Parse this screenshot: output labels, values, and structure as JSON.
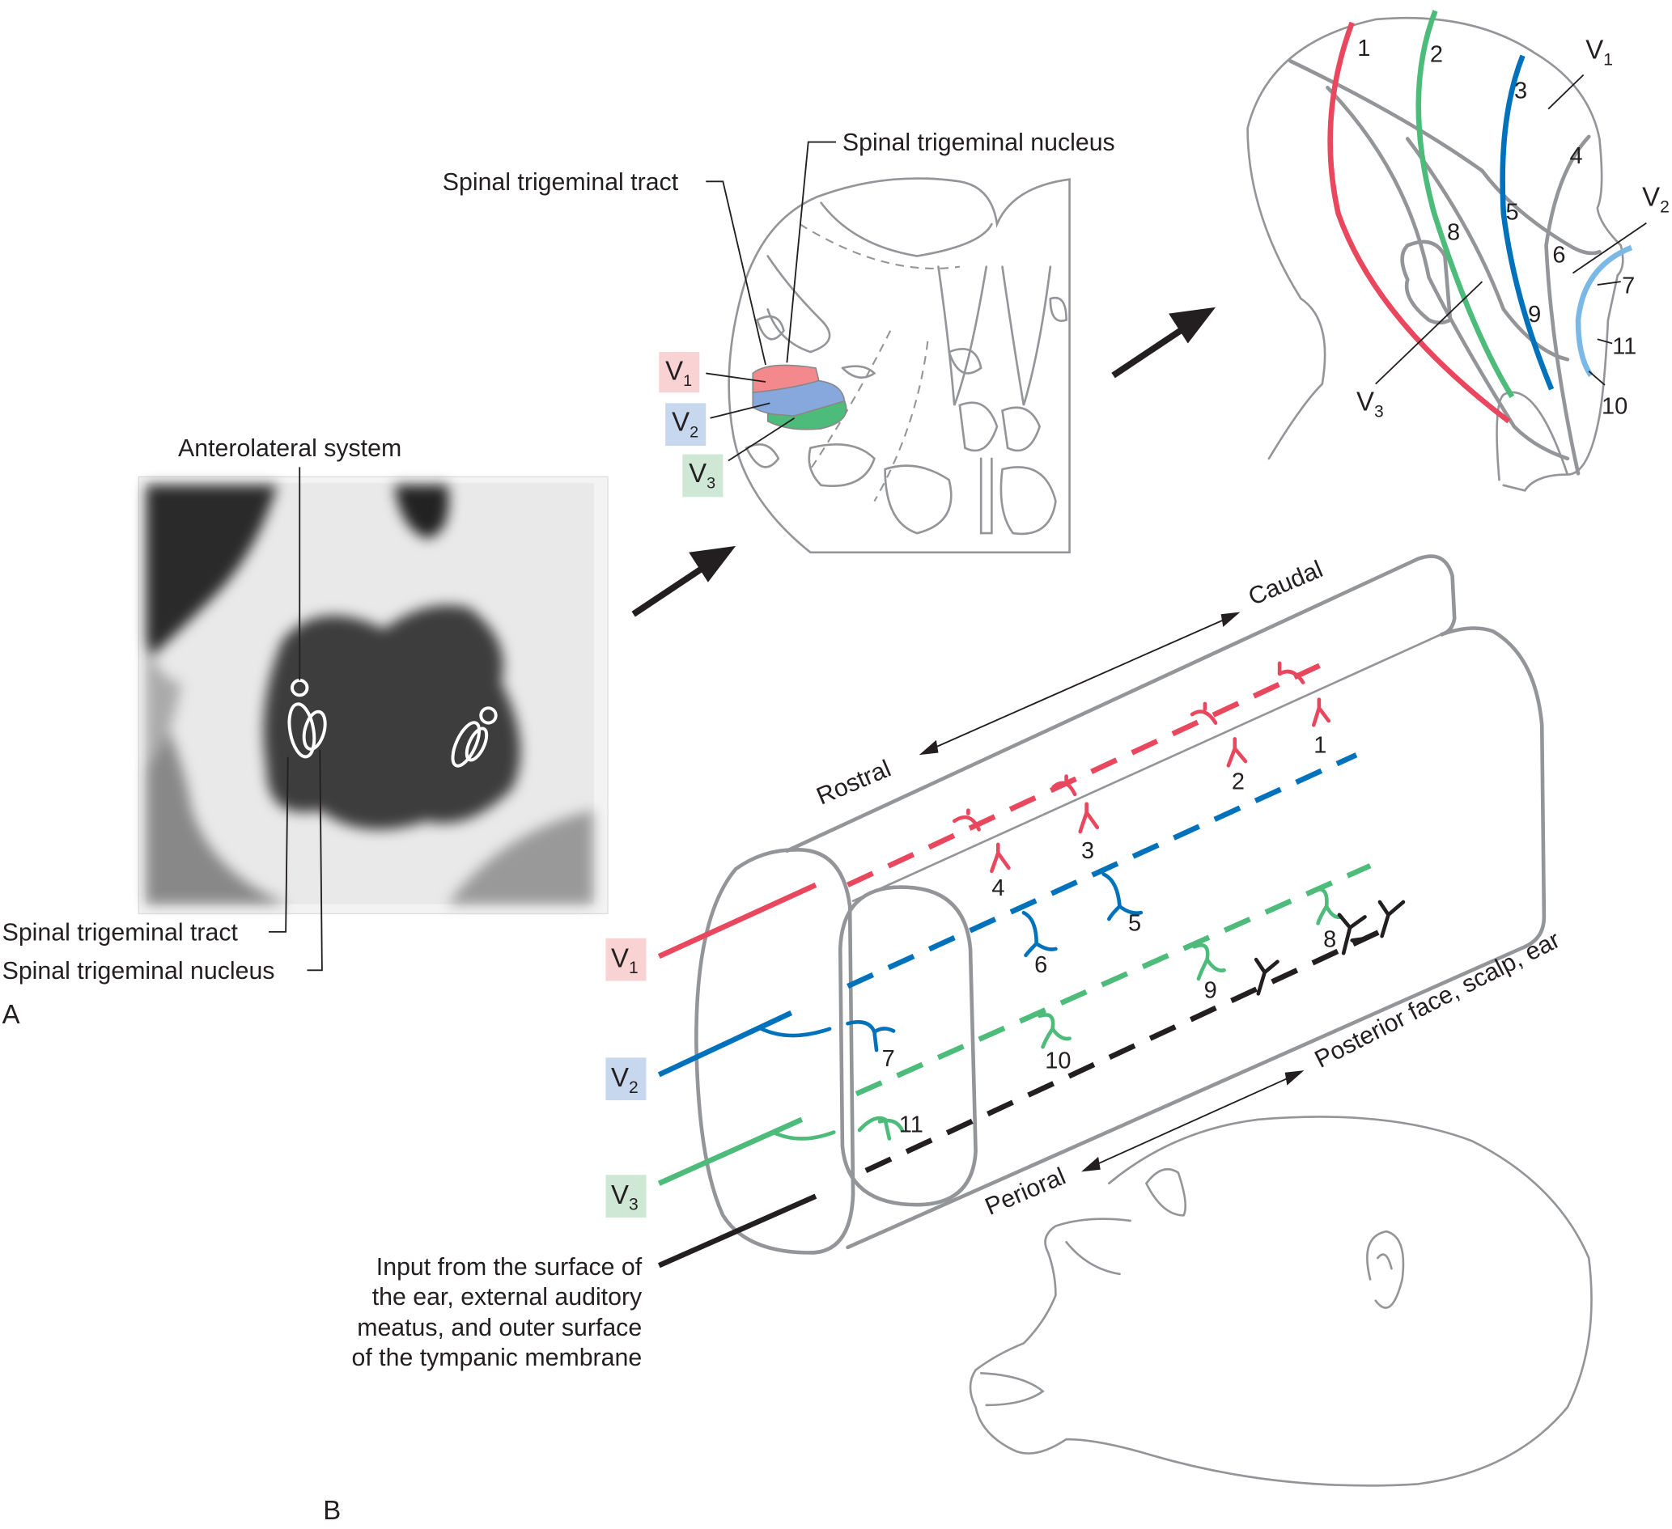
{
  "panel_a": {
    "letter": "A",
    "anterolateral_label": "Anterolateral system",
    "tract_label": "Spinal trigeminal tract",
    "nucleus_label": "Spinal trigeminal nucleus"
  },
  "cross_section": {
    "tract_label": "Spinal trigeminal tract",
    "nucleus_label": "Spinal trigeminal nucleus",
    "divisions": [
      {
        "letter": "V",
        "sub": "1",
        "color": "#e8475e",
        "box": "#f9d3d3"
      },
      {
        "letter": "V",
        "sub": "2",
        "color": "#6f9ad6",
        "box": "#c7d7ee"
      },
      {
        "letter": "V",
        "sub": "3",
        "color": "#4dbb7a",
        "box": "#cfe8d6"
      }
    ]
  },
  "head_map": {
    "divisions": [
      {
        "letter": "V",
        "sub": "1"
      },
      {
        "letter": "V",
        "sub": "2"
      },
      {
        "letter": "V",
        "sub": "3"
      }
    ],
    "zones": [
      "1",
      "2",
      "3",
      "4",
      "5",
      "6",
      "7",
      "8",
      "9",
      "10",
      "11"
    ]
  },
  "panel_b": {
    "letter": "B",
    "caudal": "Caudal",
    "rostral": "Rostral",
    "posterior": "Posterior face, scalp, ear",
    "perioral": "Perioral",
    "divisions": [
      {
        "letter": "V",
        "sub": "1"
      },
      {
        "letter": "V",
        "sub": "2"
      },
      {
        "letter": "V",
        "sub": "3"
      }
    ],
    "input_lines": [
      "Input from the surface of",
      "the ear, external auditory",
      "meatus, and outer surface",
      "of the tympanic membrane"
    ],
    "numbers": [
      "1",
      "2",
      "3",
      "4",
      "5",
      "6",
      "7",
      "8",
      "9",
      "10",
      "11"
    ]
  },
  "colors": {
    "v1": "#e8475e",
    "v2": "#0072bc",
    "v3": "#4dbb7a",
    "outline": "#939598"
  }
}
